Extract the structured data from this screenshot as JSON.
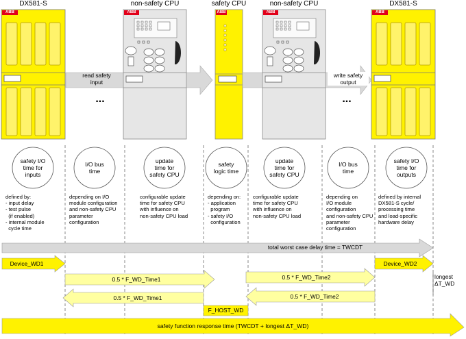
{
  "headers": [
    "DX581-S",
    "non-safety CPU",
    "safety CPU",
    "non-safety CPU",
    "DX581-S"
  ],
  "logo_text": "ABB",
  "flow_labels": {
    "read": "read safety\ninput",
    "write": "write safety\noutput",
    "dots": "..."
  },
  "columns": [
    {
      "title": "safety I/O\ntime for\ninputs",
      "desc": "defined by:\n- input delay\n- test pulse\n  (if enabled)\n- internal module\n  cycle time"
    },
    {
      "title": "I/O bus\ntime",
      "desc": "depending on I/O\nmodule configuration\nand non-safety CPU\nparameter\nconfiguration"
    },
    {
      "title": "update\ntime for\nsafety CPU",
      "desc": "configurable update\ntime for safety CPU\nwith influence on\nnon-safety CPU load"
    },
    {
      "title": "safety\nlogic time",
      "desc": "depending on:\n- application\n  program\n- safety I/O\n  configuration"
    },
    {
      "title": "update\ntime for\nsafety CPU",
      "desc": "configurable update\ntime for safety CPU\nwith influence on\nnon-safety CPU load"
    },
    {
      "title": "I/O bus\ntime",
      "desc": "depending on\nI/O module\nconfiguration\nand non-safety CPU\nparameter\nconfiguration"
    },
    {
      "title": "safety I/O\ntime for\noutputs",
      "desc": "defined by internal\nDX581-S cycle/\nprocessing time\nand load-specific\nhardware delay"
    }
  ],
  "timing": {
    "total": "total worst case delay time = TWCDT",
    "device_wd1": "Device_WD1",
    "f_wd_time1_a": "0.5 * F_WD_Time1",
    "f_wd_time1_b": "0.5 * F_WD_Time1",
    "f_host_wd": "F_HOST_WD",
    "f_wd_time2_a": "0.5 * F_WD_Time2",
    "f_wd_time2_b": "0.5 * F_WD_Time2",
    "device_wd2": "Device_WD2",
    "longest": "longest\nΔT_WD",
    "response": "safety function response time (TWCDT + longest ΔT_WD)"
  },
  "colors": {
    "yellow": "#fff200",
    "light_yellow": "#ffffa0",
    "grey_arrow": "#d9d9d9",
    "module_grey": "#e6e6e6",
    "abb_red": "#e2001a"
  }
}
